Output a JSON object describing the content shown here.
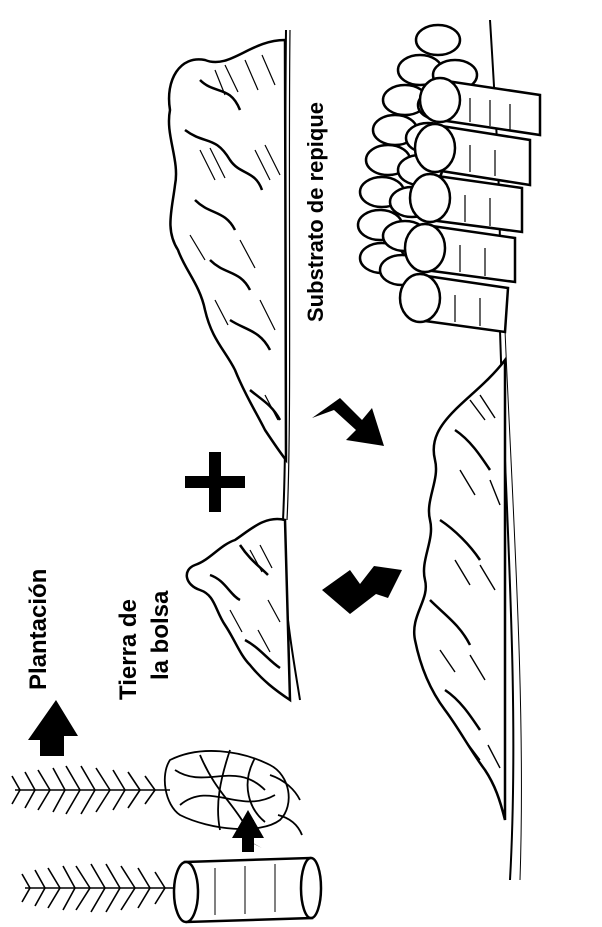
{
  "labels": {
    "plantacion": "Plantación",
    "tierra_line1": "Tierra de",
    "tierra_line2": "la bolsa",
    "substrato": "Substrato de repique"
  },
  "colors": {
    "ink": "#000000",
    "paper": "#ffffff"
  }
}
